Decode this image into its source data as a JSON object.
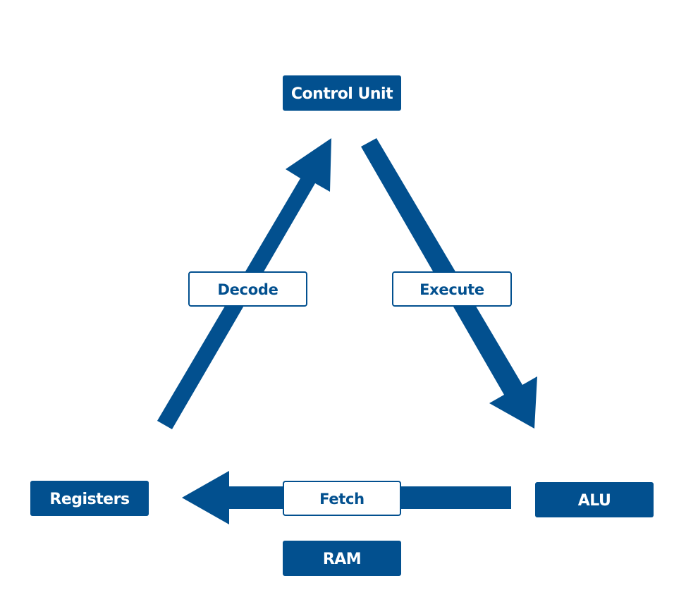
{
  "colors": {
    "primary": "#02508f",
    "background": "#ffffff",
    "node_text": "#ffffff",
    "label_text": "#02508f"
  },
  "nodes": {
    "control_unit": "Control Unit",
    "registers": "Registers",
    "alu": "ALU",
    "ram": "RAM"
  },
  "arrows": {
    "decode": "Decode",
    "execute": "Execute",
    "fetch": "Fetch"
  }
}
